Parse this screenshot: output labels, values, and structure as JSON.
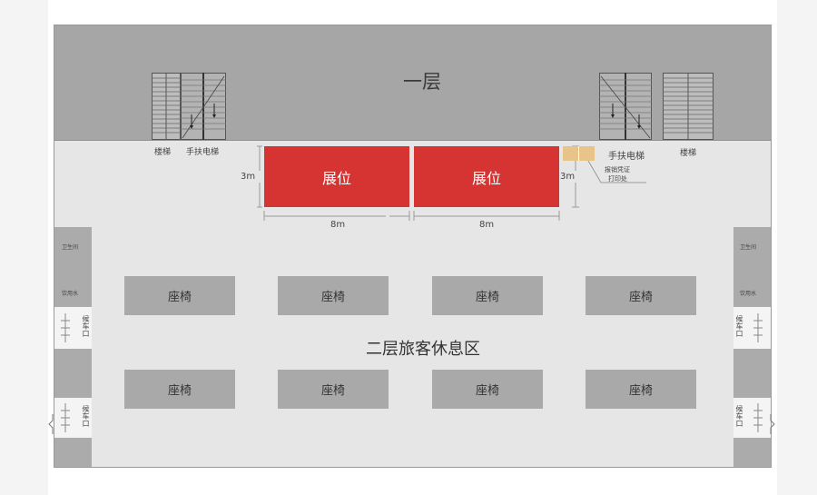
{
  "floor1": {
    "title": "一层"
  },
  "stairs_left": {
    "stairs_label": "楼梯",
    "escalator_label": "手扶电梯"
  },
  "stairs_right": {
    "stairs_label": "楼梯",
    "escalator_label": "手扶电梯"
  },
  "booths": [
    {
      "label": "展位",
      "width_label": "8m",
      "height_label": "3m"
    },
    {
      "label": "展位",
      "width_label": "8m",
      "height_label": "3m"
    }
  ],
  "print_point": {
    "line1": "报销凭证",
    "line2": "打印处"
  },
  "left_facilities": {
    "restroom": "卫生间",
    "water": "饮用水",
    "gate1": "候车口",
    "gate2": "候车口"
  },
  "right_facilities": {
    "restroom": "卫生间",
    "water": "饮用水",
    "gate1": "候车口",
    "gate2": "候车口"
  },
  "seats_row1": [
    "座椅",
    "座椅",
    "座椅",
    "座椅"
  ],
  "seats_row2": [
    "座椅",
    "座椅",
    "座椅",
    "座椅"
  ],
  "floor2": {
    "title": "二层旅客休息区"
  },
  "colors": {
    "booth": "#d63333",
    "upper_floor": "#a6a6a6",
    "lower_floor": "#e6e6e6",
    "seat": "#a9a9a9",
    "print_point": "#e8c48a",
    "side_block": "#ababab"
  }
}
